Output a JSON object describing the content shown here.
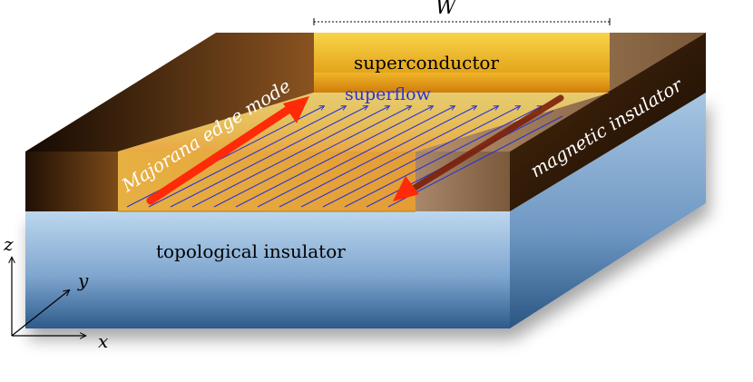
{
  "labels": {
    "width_symbol": "W",
    "superconductor": "superconductor",
    "superflow": "superflow",
    "majorana": "Majorana edge mode",
    "magnetic_insulator": "magnetic insulator",
    "topological_insulator": "topological insulator",
    "axis_x": "x",
    "axis_y": "y",
    "axis_z": "z"
  },
  "colors": {
    "ti_top": "#bcd6ea",
    "ti_front_light": "#a9c8e6",
    "ti_front_dark": "#2f5f8f",
    "ti_side_light": "#9bbede",
    "ti_side_dark": "#244e78",
    "magnetic_dark": "#241303",
    "magnetic_mid": "#6b3f14",
    "magnetic_light": "#a37c55",
    "superconductor": "#f1c233",
    "superconductor_edge": "#d98b10",
    "superflow_lines": "#2a33d6",
    "edge_mode_arrow": "#ff2a08",
    "edge_mode_arrow_dark": "#6f1f0c"
  }
}
